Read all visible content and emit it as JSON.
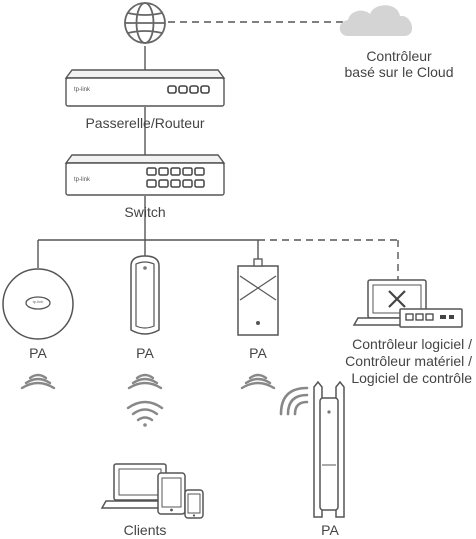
{
  "diagram": {
    "nodes": {
      "cloud": {
        "label_line1": "Contrôleur",
        "label_line2": "basé sur le Cloud"
      },
      "gateway": {
        "label": "Passerelle/Routeur",
        "brand": "tp-link"
      },
      "switch": {
        "label": "Switch",
        "brand": "tp-link"
      },
      "ap_ceiling": {
        "label": "PA",
        "brand": "tp-link"
      },
      "ap_outdoor": {
        "label": "PA"
      },
      "ap_wall": {
        "label": "PA"
      },
      "controller": {
        "line1": "Contrôleur logiciel /",
        "line2": "Contrôleur matériel /",
        "line3": "Logiciel de contrôle"
      },
      "clients": {
        "label": "Clients"
      },
      "ap_mesh": {
        "label": "PA"
      }
    }
  },
  "colors": {
    "line": "#555555",
    "cloud": "#d4d4d4",
    "dashed": "#555555",
    "signal": "#8a8a8a",
    "text": "#444444"
  }
}
